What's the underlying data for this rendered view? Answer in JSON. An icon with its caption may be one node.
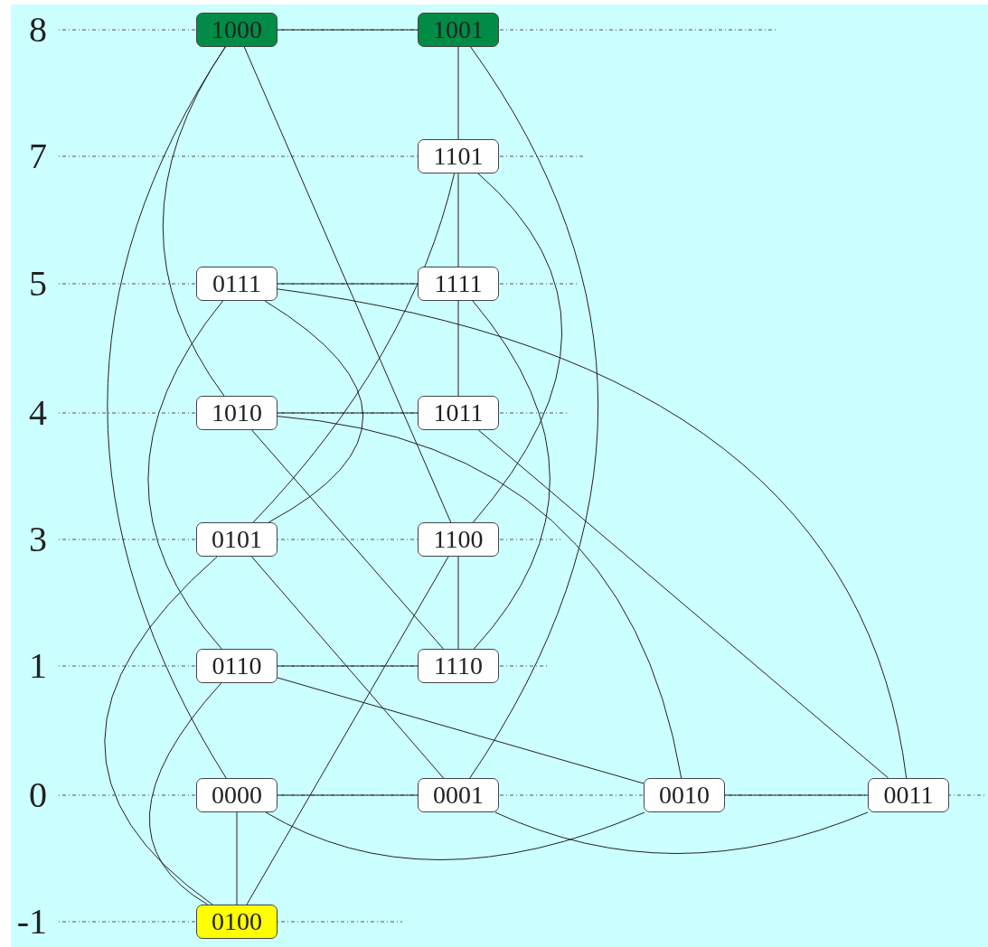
{
  "diagram": {
    "nodes": [
      {
        "text": [
          "1000"
        ]
      },
      {
        "text": [
          "1001"
        ]
      },
      {
        "text": [
          "1101"
        ]
      },
      {
        "text": [
          "0111"
        ]
      },
      {
        "text": [
          "1111"
        ]
      },
      {
        "text": [
          "1010"
        ]
      },
      {
        "text": [
          "1011"
        ]
      },
      {
        "text": [
          "0101"
        ]
      },
      {
        "text": [
          "1100"
        ]
      },
      {
        "text": [
          "0110"
        ]
      },
      {
        "text": [
          "1110"
        ]
      },
      {
        "text": [
          "0000"
        ]
      },
      {
        "text": [
          "0001"
        ]
      },
      {
        "text": [
          "0010"
        ]
      },
      {
        "text": [
          "0011"
        ]
      },
      {
        "text": [
          "0100"
        ]
      }
    ],
    "edges": [
      {
        "from": 0,
        "to": 1,
        "arrow": "none"
      },
      {
        "from": 0,
        "to": 5,
        "arrow": "none"
      },
      {
        "from": 0,
        "to": 8,
        "arrow": "none"
      },
      {
        "from": 0,
        "to": 11,
        "arrow": "none"
      },
      {
        "from": 1,
        "to": 2,
        "arrow": "none"
      },
      {
        "from": 1,
        "to": 12,
        "arrow": "none"
      },
      {
        "from": 2,
        "to": 4,
        "arrow": "none"
      },
      {
        "from": 2,
        "to": 7,
        "arrow": "none"
      },
      {
        "from": 2,
        "to": 8,
        "arrow": "none"
      },
      {
        "from": 3,
        "to": 4,
        "arrow": "none"
      },
      {
        "from": 3,
        "to": 7,
        "arrow": "none"
      },
      {
        "from": 3,
        "to": 9,
        "arrow": "none"
      },
      {
        "from": 3,
        "to": 14,
        "arrow": "none"
      },
      {
        "from": 4,
        "to": 6,
        "arrow": "none"
      },
      {
        "from": 4,
        "to": 10,
        "arrow": "none"
      },
      {
        "from": 5,
        "to": 6,
        "arrow": "none"
      },
      {
        "from": 5,
        "to": 10,
        "arrow": "none"
      },
      {
        "from": 5,
        "to": 13,
        "arrow": "none"
      },
      {
        "from": 6,
        "to": 14,
        "arrow": "none"
      },
      {
        "from": 7,
        "to": 12,
        "arrow": "none"
      },
      {
        "from": 7,
        "to": 15,
        "arrow": "none"
      },
      {
        "from": 8,
        "to": 10,
        "arrow": "none"
      },
      {
        "from": 8,
        "to": 15,
        "arrow": "none"
      },
      {
        "from": 9,
        "to": 10,
        "arrow": "none"
      },
      {
        "from": 9,
        "to": 13,
        "arrow": "none"
      },
      {
        "from": 9,
        "to": 15,
        "arrow": "none"
      },
      {
        "from": 11,
        "to": 12,
        "arrow": "none"
      },
      {
        "from": 11,
        "to": 13,
        "arrow": "none"
      },
      {
        "from": 11,
        "to": 15,
        "arrow": "none"
      },
      {
        "from": 12,
        "to": 14,
        "arrow": "none"
      },
      {
        "from": 13,
        "to": 14,
        "arrow": "none"
      }
    ],
    "labels": [
      "8",
      "7",
      "5",
      "4",
      "3",
      "1",
      "0",
      "-1"
    ]
  }
}
